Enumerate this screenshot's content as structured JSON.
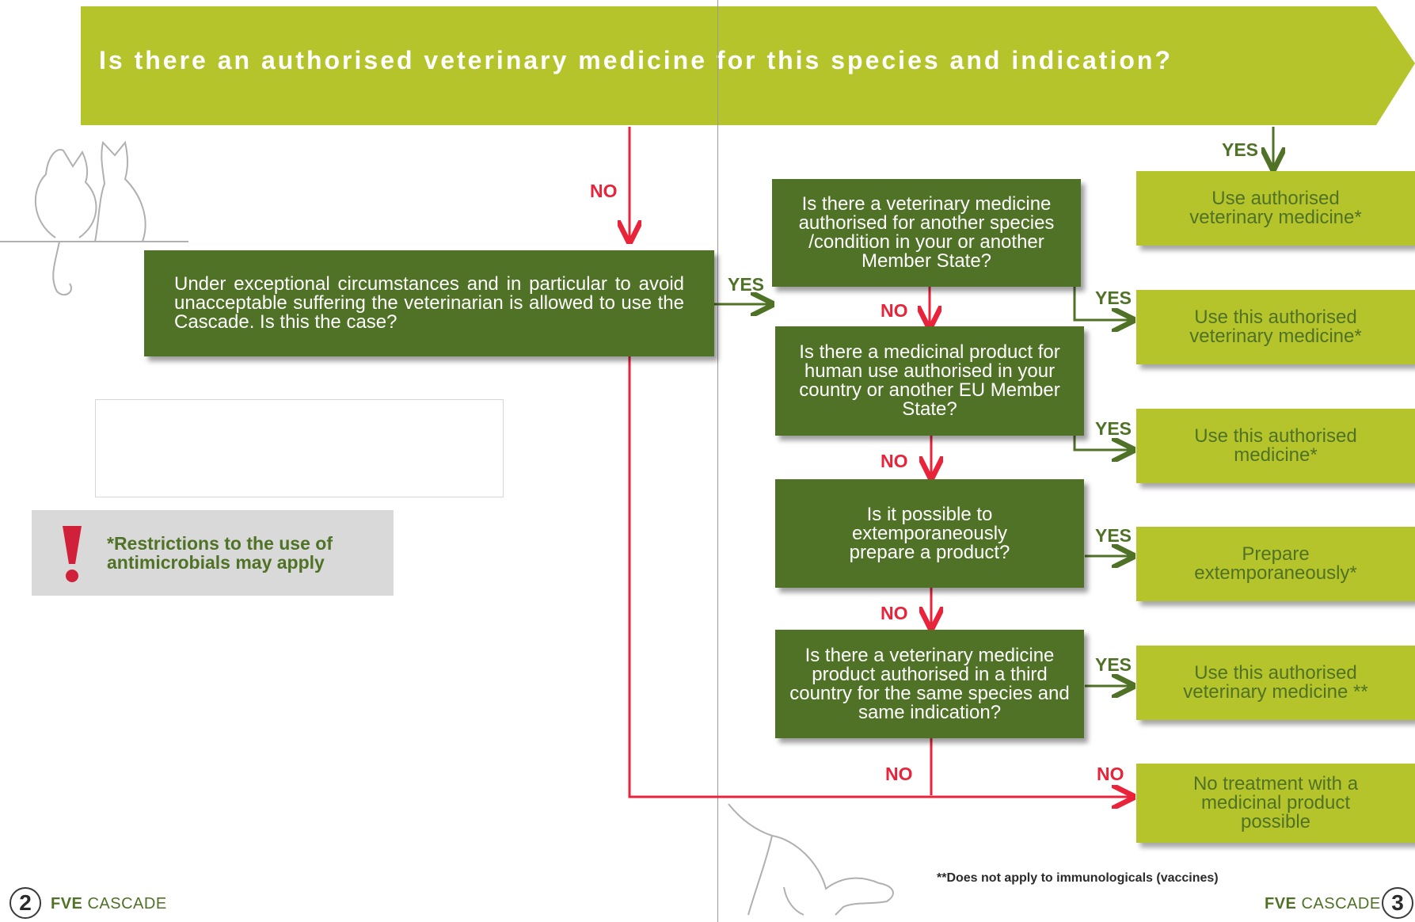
{
  "header": {
    "question": "Is there an authorised veterinary medicine for this species and indication?"
  },
  "labels": {
    "yes": "YES",
    "no": "NO"
  },
  "cascade_box": {
    "text": "Under exceptional circumstances and in particular to avoid unacceptable suffering the veterinarian is allowed to use the Cascade. Is this the case?"
  },
  "questions": [
    "Is there a veterinary medicine authorised for another species /condition in your or another Member State?",
    "Is there a  medicinal product for human use authorised in your country or another EU Member State?",
    "Is it possible to extemporaneously prepare a product?",
    "Is there a veterinary medicine product authorised in a third country for the same species and same indication?"
  ],
  "outcomes": [
    "Use authorised veterinary medicine*",
    "Use this authorised veterinary medicine*",
    "Use this authorised medicine*",
    "Prepare extemporaneously*",
    "Use this authorised veterinary medicine **",
    "No treatment with a medicinal product possible"
  ],
  "warning": {
    "icon": "exclamation-icon",
    "text": "*Restrictions to the use of antimicrobials may apply"
  },
  "footnote": "**Does not apply to immunologicals (vaccines)",
  "footer": {
    "left_page": "2",
    "right_page": "3",
    "brand_prefix": "FVE",
    "brand_name": "CASCADE"
  },
  "colors": {
    "banner": "#b5c42b",
    "dark_green": "#4f7226",
    "light_green": "#b5c42b",
    "no_red": "#e8233a",
    "yes_green": "#4f7226"
  }
}
